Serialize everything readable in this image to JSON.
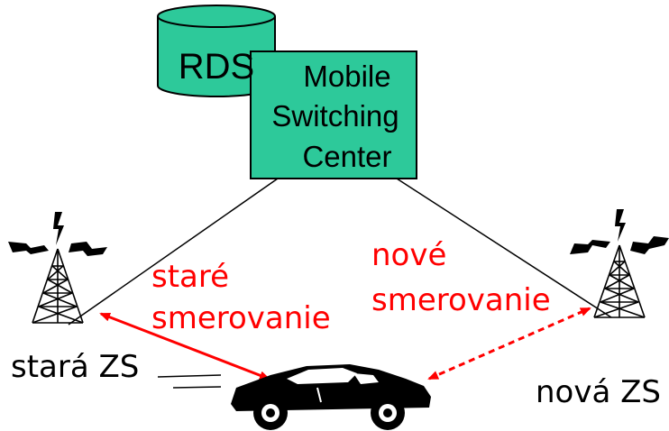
{
  "database": {
    "label": "RDS"
  },
  "msc": {
    "lines": [
      "Mobile",
      "Switching",
      "Center"
    ]
  },
  "old_route": {
    "lines": [
      "staré",
      "smerovanie"
    ]
  },
  "new_route": {
    "lines": [
      "nové",
      "smerovanie"
    ]
  },
  "old_station": {
    "label": "stará ZS"
  },
  "new_station": {
    "label": "nová ZS"
  },
  "colors": {
    "box_fill": "#2dc99a",
    "route_color": "#ff0000",
    "line_color": "#000000"
  },
  "icons": {
    "database": "cylinder-database-icon",
    "tower": "radio-tower-icon",
    "car": "car-icon"
  }
}
